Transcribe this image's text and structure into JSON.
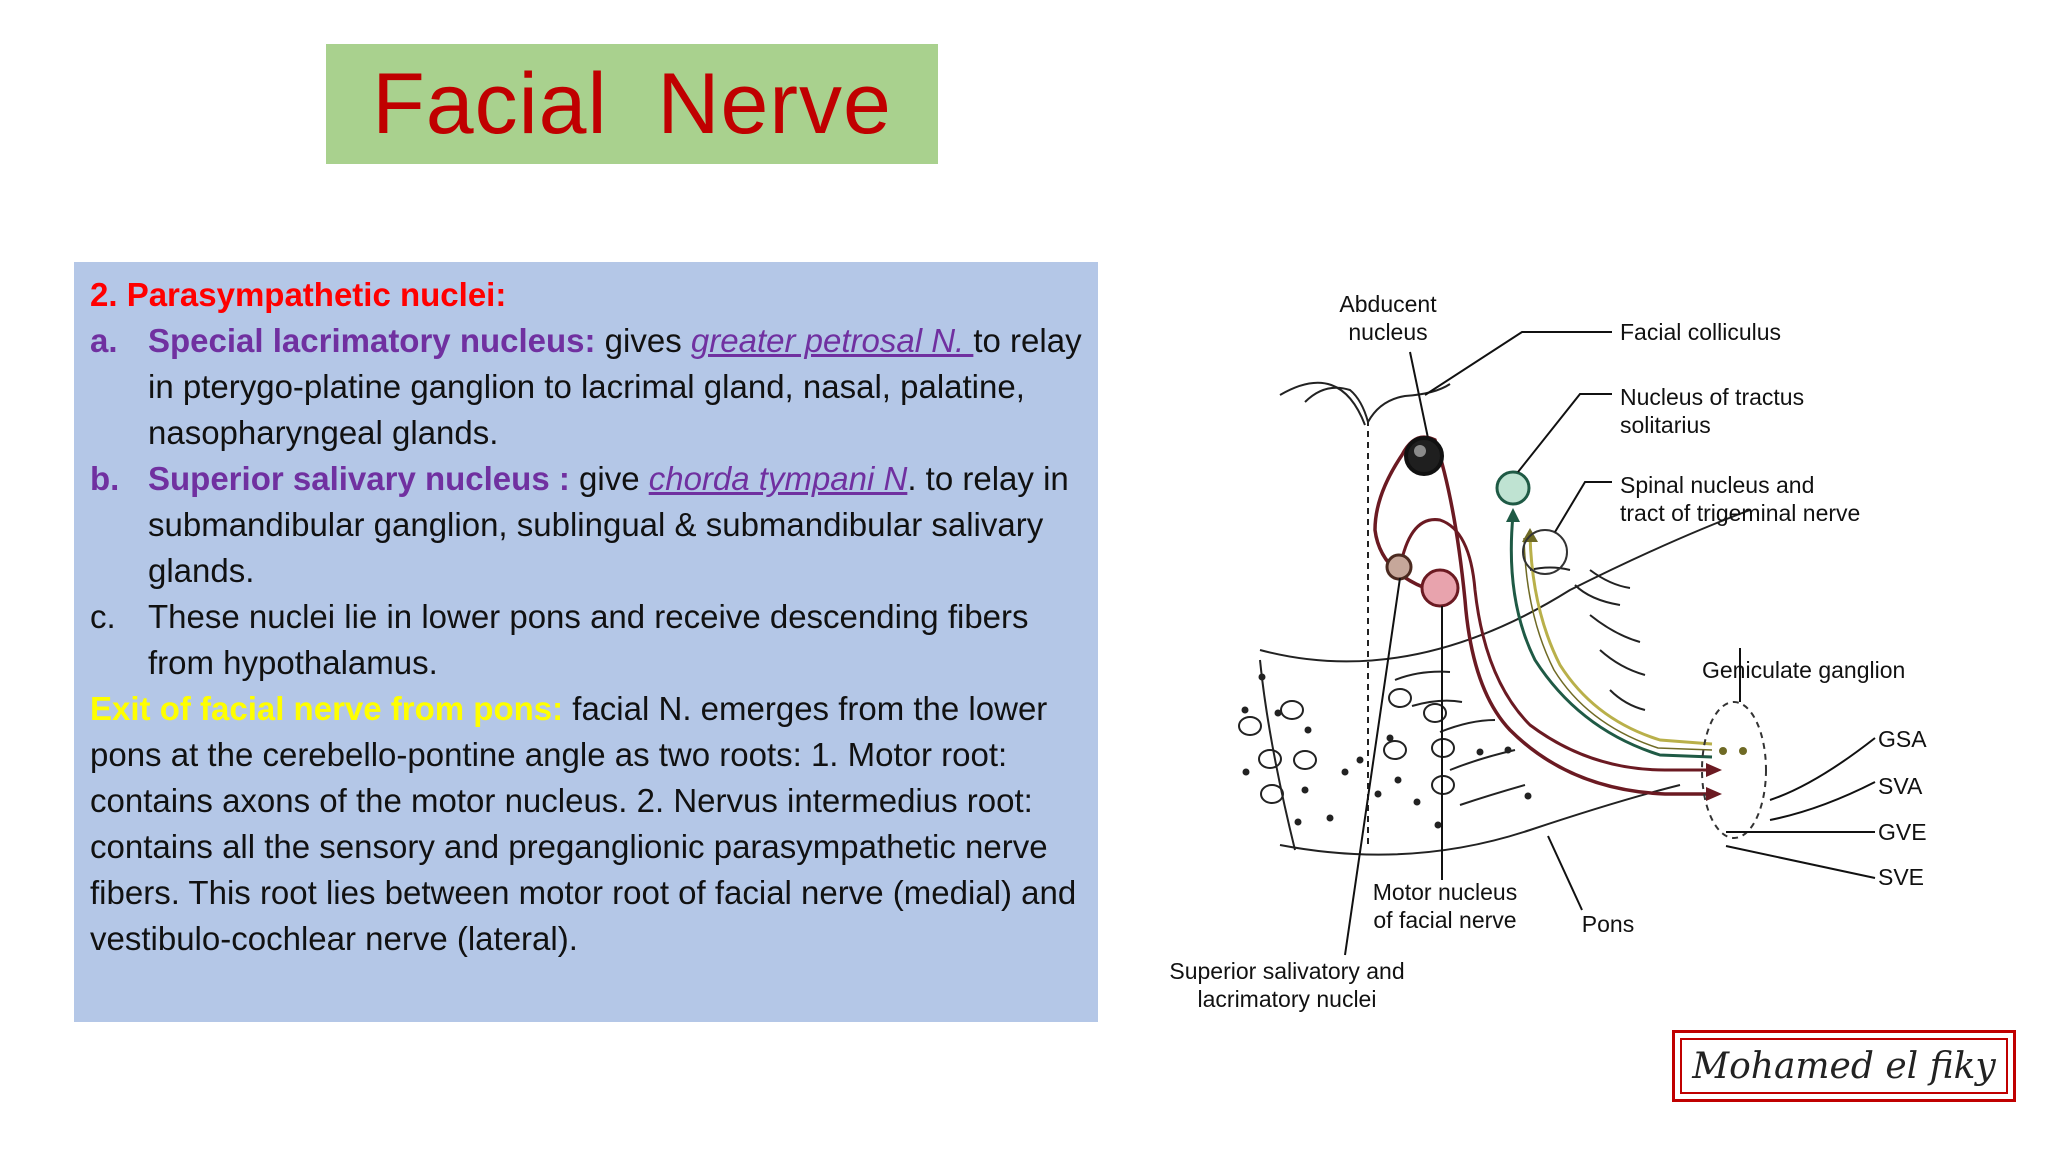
{
  "title": "Facial  Nerve",
  "panel": {
    "heading": "2. Parasympathetic nuclei:",
    "item_a": {
      "marker": "a.",
      "label": "Special lacrimatory nucleus:",
      "pre_link": " gives ",
      "link": "greater petrosal N. ",
      "post_link": "to relay in pterygo-platine ganglion to lacrimal gland, nasal, palatine, nasopharyngeal glands."
    },
    "item_b": {
      "marker": "b.",
      "label": " Superior salivary nucleus :",
      "pre_link": " give ",
      "link": "chorda tympani N",
      "post_link": ". to relay in submandibular ganglion, sublingual & submandibular salivary glands."
    },
    "item_c": {
      "marker": "c.",
      "text": "These nuclei lie in lower pons and receive descending fibers from hypothalamus."
    },
    "exit_label": "Exit of facial nerve  from pons:",
    "exit_text": " facial N. emerges from the lower pons at the cerebello-pontine angle as two roots:  1. Motor root: contains axons of the motor nucleus.  2. Nervus intermedius root: contains all the sensory and preganglionic parasympathetic nerve fibers. This root lies between motor root of facial nerve (medial) and vestibulo-cochlear nerve (lateral)."
  },
  "diagram": {
    "abducent_1": "Abducent",
    "abducent_2": "nucleus",
    "facial_colliculus": "Facial colliculus",
    "tractus_1": "Nucleus of tractus",
    "tractus_2": "solitarius",
    "spinal_1": "Spinal nucleus and",
    "spinal_2": "tract of trigeminal nerve",
    "geniculate": "Geniculate ganglion",
    "gsa": "GSA",
    "sva": "SVA",
    "gve": "GVE",
    "sve": "SVE",
    "motor_1": "Motor nucleus",
    "motor_2": "of facial nerve",
    "pons": "Pons",
    "superior_1": "Superior salivatory and",
    "superior_2": "lacrimatory nuclei",
    "colors": {
      "motor_fiber": "#6b1a22",
      "green_fiber": "#1f5a45",
      "yellow_fiber": "#b9b04a",
      "motor_nucleus": "#e8a3ad",
      "solitarius_nucleus": "#bfe3d2"
    }
  },
  "signature": "Mohamed el fiky"
}
